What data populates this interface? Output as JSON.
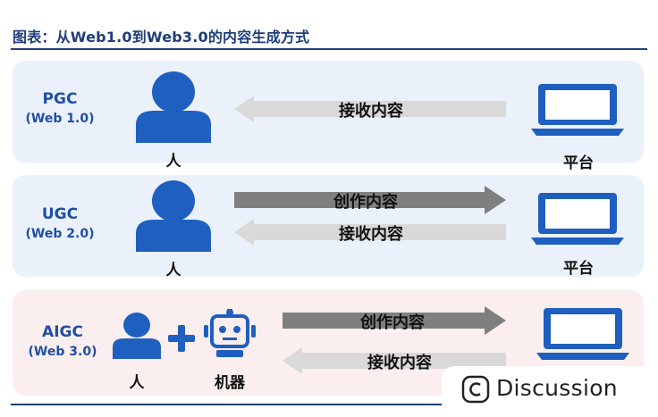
{
  "title": "图表：从Web1.0到Web3.0的内容生成方式",
  "rows": [
    {
      "tier": "PGC",
      "web": "(Web 1.0)",
      "person": "人",
      "platform": "平台",
      "receive": "接收内容"
    },
    {
      "tier": "UGC",
      "web": "(Web 2.0)",
      "person": "人",
      "platform": "平台",
      "create": "创作内容",
      "receive": "接收内容"
    },
    {
      "tier": "AIGC",
      "web": "(Web 3.0)",
      "person": "人",
      "plus": "+",
      "machine": "机器",
      "create": "创作内容",
      "receive": "接收内容"
    }
  ],
  "watermark": "Discussion",
  "colors": {
    "title": "#1f3d7a",
    "tier_text": "#1f4fa3",
    "icon": "#1f5fbf",
    "light_arrow": "#d9d9d9",
    "dark_arrow": "#7f7f7f",
    "panel_blue": "#eaf1fb",
    "panel_pink": "#fbeeee"
  }
}
